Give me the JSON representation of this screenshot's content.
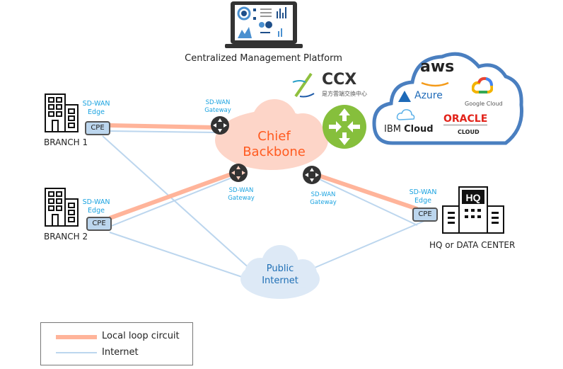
{
  "platform": {
    "label": "Centralized  Management Platform"
  },
  "ccx": {
    "name": "CCX",
    "subtitle": "是方雲端交換中心"
  },
  "backbone": {
    "line1": "Chief",
    "line2": "Backbone",
    "color": "#ff5a1f"
  },
  "public_internet": {
    "line1": "Public",
    "line2": "Internet",
    "color": "#1f6fb5"
  },
  "cloud_providers": {
    "aws": "aws",
    "azure": "Azure",
    "google": "Google Cloud",
    "ibm_prefix": "IBM",
    "ibm_suffix": "Cloud",
    "oracle": "ORACLE",
    "oracle_sub": "CLOUD"
  },
  "sites": {
    "branch1": {
      "name": "BRANCH 1",
      "edge_line1": "SD-WAN",
      "edge_line2": "Edge",
      "cpe": "CPE"
    },
    "branch2": {
      "name": "BRANCH 2",
      "edge_line1": "SD-WAN",
      "edge_line2": "Edge",
      "cpe": "CPE"
    },
    "hq": {
      "name": "HQ or  DATA CENTER",
      "badge": "HQ",
      "edge_line1": "SD-WAN",
      "edge_line2": "Edge",
      "cpe": "CPE"
    }
  },
  "gateways": [
    {
      "line1": "SD-WAN",
      "line2": "Gateway"
    },
    {
      "line1": "SD-WAN",
      "line2": "Gateway"
    },
    {
      "line1": "SD-WAN",
      "line2": "Gateway"
    }
  ],
  "legend": {
    "items": [
      {
        "label": "Local loop circuit",
        "color": "#ffb49a"
      },
      {
        "label": "Internet",
        "color": "#bcd6ee"
      }
    ]
  }
}
